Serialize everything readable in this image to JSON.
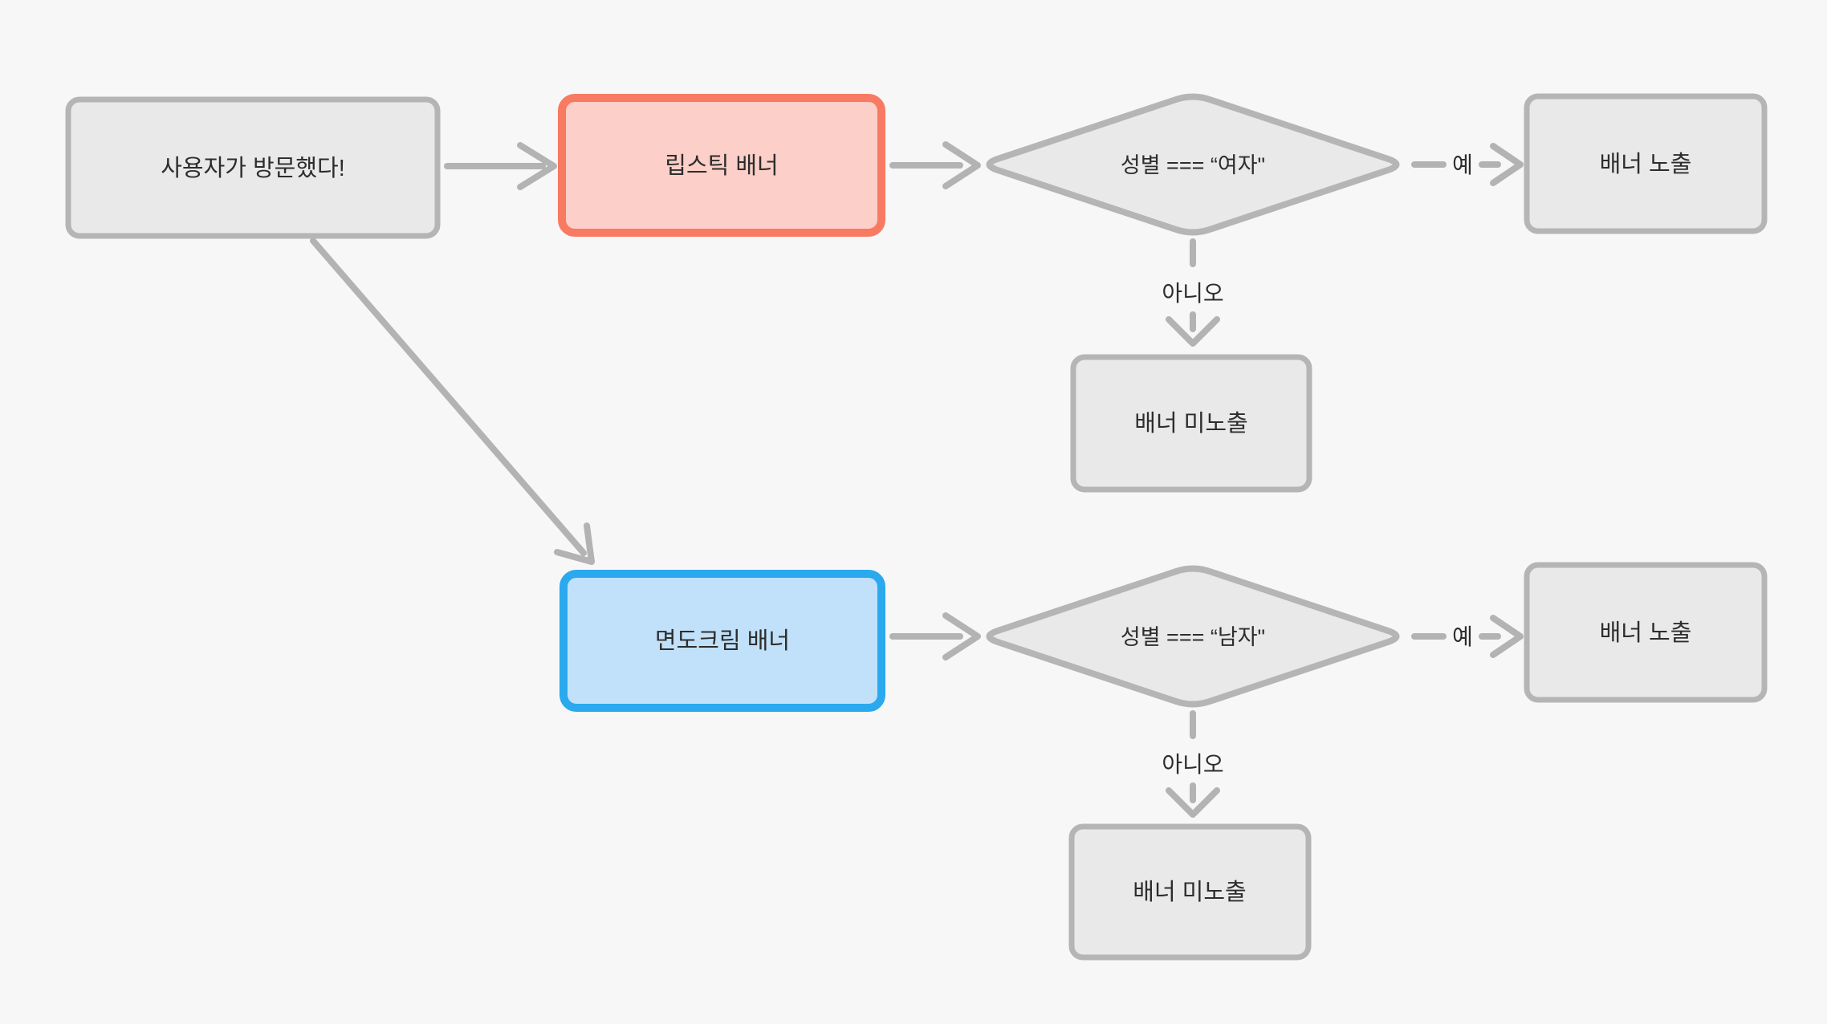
{
  "flowchart": {
    "nodes": {
      "start": "사용자가 방문했다!",
      "lipstick_banner": "립스틱 배너",
      "shaving_cream_banner": "면도크림 배너",
      "cond_female": "성별 === “여자\"",
      "cond_male": "성별 === “남자\"",
      "banner_shown": "배너 노출",
      "banner_hidden": "배너 미노출"
    },
    "edge_labels": {
      "yes": "예",
      "no": "아니오"
    },
    "colors": {
      "background": "#f7f7f7",
      "node_fill": "#e9e9e9",
      "node_border": "#b5b5b5",
      "red_fill": "#fccfc8",
      "red_border": "#f87a62",
      "blue_fill": "#c1e1fa",
      "blue_border": "#2aa9ee",
      "connector": "#b3b3b3",
      "text": "#2d2d2d"
    }
  }
}
